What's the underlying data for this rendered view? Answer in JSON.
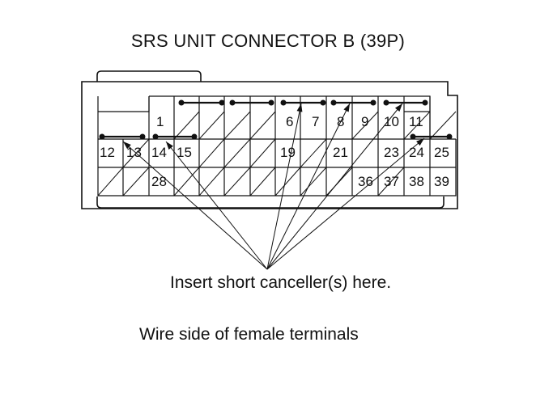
{
  "title": "SRS UNIT CONNECTOR B (39P)",
  "instruction": "Insert short canceller(s) here.",
  "caption": "Wire side of female terminals",
  "terminals": {
    "row1": [
      "1",
      "6",
      "7",
      "8",
      "9",
      "10",
      "11"
    ],
    "row2": [
      "12",
      "13",
      "14",
      "15",
      "19",
      "21",
      "23",
      "24",
      "25"
    ],
    "row3": [
      "28",
      "36",
      "37",
      "38",
      "39"
    ]
  }
}
